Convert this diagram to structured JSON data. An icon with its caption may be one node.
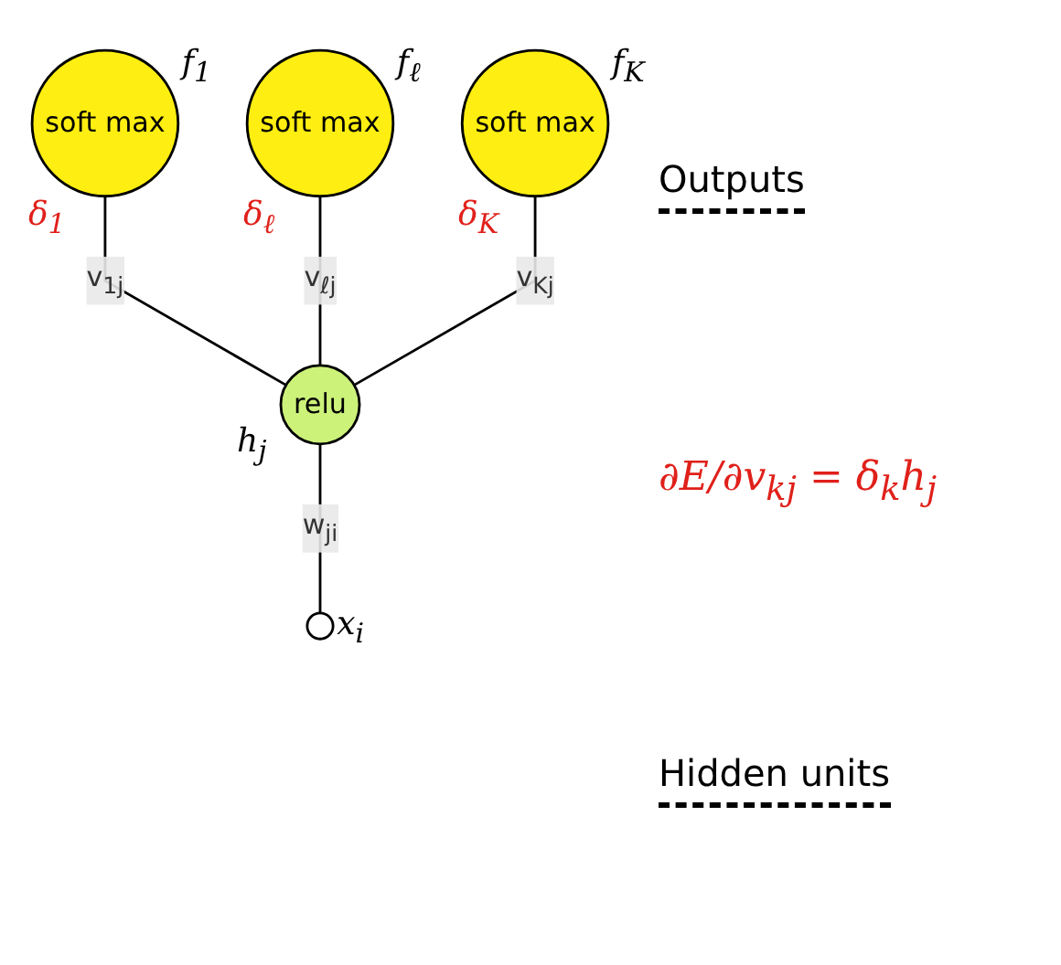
{
  "diagram": {
    "nodes": [
      {
        "text": [
          "soft max"
        ],
        "beside": [
          "f$_{1}$",
          "δ$_{1}$"
        ]
      },
      {
        "text": [
          "soft max"
        ],
        "beside": [
          "f$_{ℓ}$",
          "δ$_{ℓ}$"
        ]
      },
      {
        "text": [
          "soft max"
        ],
        "beside": [
          "f$_{K}$",
          "δ$_{K}$"
        ]
      },
      {
        "text": [
          "relu"
        ],
        "beside": [
          "h$_{j}$"
        ]
      },
      {
        "text": [],
        "shape": "circle",
        "beside": [
          "x$_{i}$"
        ]
      }
    ],
    "edges": [
      {
        "from": 3,
        "to": 0,
        "arrow": "none",
        "label": "v$_{1j}$"
      },
      {
        "from": 3,
        "to": 1,
        "arrow": "none",
        "label": "v$_{ℓj}$"
      },
      {
        "from": 3,
        "to": 2,
        "arrow": "none",
        "label": "v$_{Kj}$"
      },
      {
        "from": 4,
        "to": 3,
        "arrow": "none",
        "label": "w$_{ji}$"
      }
    ],
    "labels": [
      "Outputs",
      "∂E/∂v$_{kj}$ = δ$_{k}$h$_{j}$",
      "Hidden units"
    ]
  }
}
